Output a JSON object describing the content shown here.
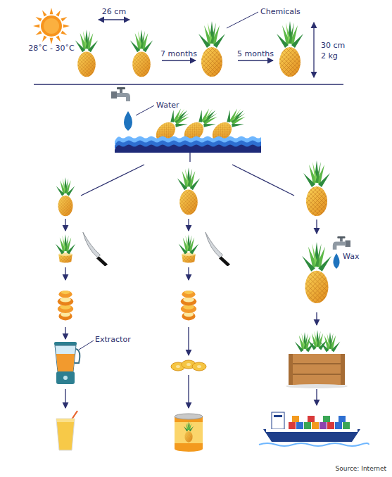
{
  "diagram": {
    "labels": [
      "26 cm",
      "28˚C - 30˚C",
      "Chemicals",
      "7 months",
      "5 months",
      "30 cm",
      "2 kg",
      "Water",
      "Extractor",
      "Wax",
      "Source: Internet"
    ]
  }
}
